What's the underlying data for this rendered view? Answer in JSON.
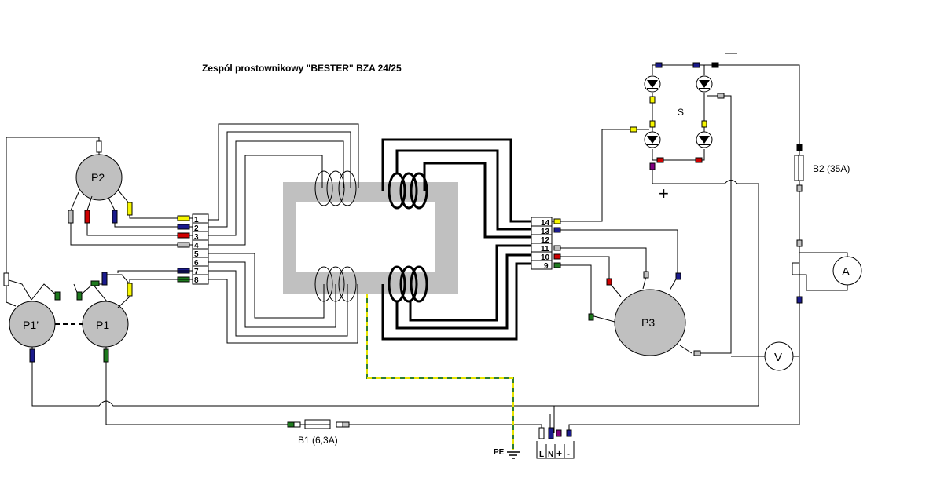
{
  "title": "Zespól prostownikowy \"BESTER\" BZA 24/25",
  "labels": {
    "p2": "P2",
    "p1": "P1",
    "p1prime": "P1’",
    "p3": "P3",
    "s": "S",
    "minus": "—",
    "plus": "+",
    "b2": "B2 (35A)",
    "b1": "B1 (6,3A)",
    "ammeter": "A",
    "voltmeter": "V",
    "pe": "PE",
    "t_L": "L",
    "t_N": "N",
    "t_plus": "+",
    "t_minus": "-"
  },
  "terminals_left": [
    "1",
    "2",
    "3",
    "4",
    "5",
    "6",
    "7",
    "8"
  ],
  "terminals_right": [
    "14",
    "13",
    "12",
    "11",
    "10",
    "9"
  ],
  "colors": {
    "yellow": "#f7f700",
    "blue": "#1a1a8c",
    "red": "#d00000",
    "green": "#1e7a1e",
    "grey": "#c0c0c0",
    "white": "#ffffff",
    "purple": "#800080",
    "black": "#000000",
    "core": "#c0c0c0"
  }
}
